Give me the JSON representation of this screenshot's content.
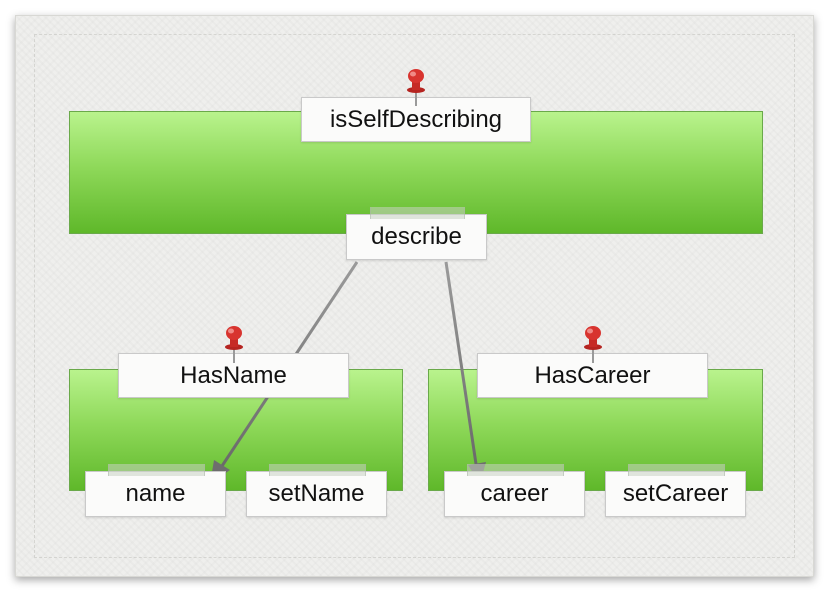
{
  "diagram": {
    "protocol": {
      "title": "isSelfDescribing",
      "method": "describe"
    },
    "has_name": {
      "title": "HasName",
      "methods": [
        "name",
        "setName"
      ]
    },
    "has_career": {
      "title": "HasCareer",
      "methods": [
        "career",
        "setCareer"
      ]
    }
  },
  "colors": {
    "box_top": "#b9f38d",
    "box_bottom": "#5fb82a",
    "arrow": "#7a7a7a",
    "pin": "#d0312d"
  },
  "icons": [
    "pushpin-icon"
  ]
}
